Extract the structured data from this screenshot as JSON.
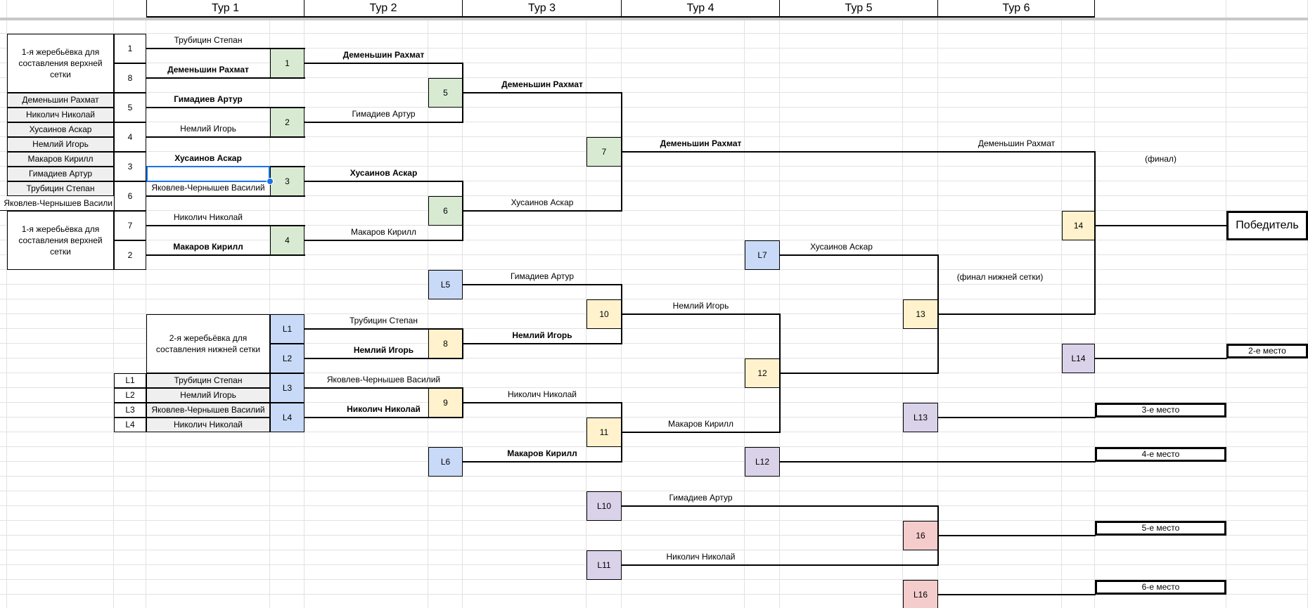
{
  "header": {
    "tours": [
      "Тур 1",
      "Тур 2",
      "Тур 3",
      "Тур 4",
      "Тур 5",
      "Тур 6"
    ]
  },
  "draw_upper": {
    "title": "1-я жеребьёвка для составления верхней сетки",
    "title_bottom": "1-я жеребьёвка для составления верхней сетки",
    "seeds": [
      "1",
      "8",
      "5",
      "4",
      "3",
      "6",
      "7",
      "2"
    ],
    "players": [
      "Деменьшин Рахмат",
      "Николич Николай",
      "Хусаинов Аскар",
      "Немлий Игорь",
      "Макаров Кирилл",
      "Гимадиев Артур",
      "Трубицин Степан",
      "Яковлев-Чернышев Васили"
    ]
  },
  "draw_lower": {
    "title": "2-я жеребьёвка для составления нижней сетки",
    "rows": [
      {
        "code": "L1",
        "player": "Трубицин Степан"
      },
      {
        "code": "L2",
        "player": "Немлий Игорь"
      },
      {
        "code": "L3",
        "player": "Яковлев-Чернышев Василий"
      },
      {
        "code": "L4",
        "player": "Николич Николай"
      }
    ]
  },
  "upper_round1": [
    "Трубицин Степан",
    "Деменьшин Рахмат",
    "Гимадиев Артур",
    "Немлий Игорь",
    "Хусаинов Аскар",
    "Яковлев-Чернышев Василий",
    "Николич Николай",
    "Макаров Кирилл"
  ],
  "upper_round2": [
    "Деменьшин Рахмат",
    "Гимадиев Артур",
    "Хусаинов Аскар",
    "Макаров Кирилл"
  ],
  "upper_round3": [
    "Деменьшин Рахмат",
    "Хусаинов Аскар"
  ],
  "upper_final_entry": "Деменьшин Рахмат",
  "final_entry": "Деменьшин Рахмат",
  "lower": {
    "l7_entry": "Хусаинов Аскар",
    "l5_entry": "Гимадиев Артур",
    "m8_entries": [
      "Трубицин Степан",
      "Немлий Игорь"
    ],
    "m8_winner": "Немлий Игорь",
    "m9_entries": [
      "Яковлев-Чернышев Василий",
      "Николич Николай"
    ],
    "m9_winner": "Николич Николай",
    "l6_entry": "Макаров Кирилл",
    "m10_winner": "Немлий Игорь",
    "m11_winner": "Макаров Кирилл",
    "l10_entry": "Гимадиев Артур",
    "l11_entry": "Николич Николай"
  },
  "labels": {
    "final": "(финал)",
    "lower_final": "(финал нижней сетки)"
  },
  "matches": {
    "m1": "1",
    "m2": "2",
    "m3": "3",
    "m4": "4",
    "m5": "5",
    "m6": "6",
    "m7": "7",
    "m8": "8",
    "m9": "9",
    "m10": "10",
    "m11": "11",
    "m12": "12",
    "m13": "13",
    "m14": "14",
    "m16": "16",
    "L1": "L1",
    "L2": "L2",
    "L3": "L3",
    "L4": "L4",
    "L5": "L5",
    "L6": "L6",
    "L7": "L7",
    "L10": "L10",
    "L11": "L11",
    "L12": "L12",
    "L13": "L13",
    "L14": "L14",
    "L16": "L16"
  },
  "places": {
    "winner": "Победитель",
    "second": "2-е место",
    "third": "3-е место",
    "fourth": "4-е место",
    "fifth": "5-е место",
    "sixth": "6-е место"
  },
  "colors": {
    "upper": "#d9ead3",
    "lower": "#c9daf8",
    "playoff": "#fff2cc",
    "loser": "#d9d2e9",
    "classification": "#f4cccc",
    "draw_gray": "#efefef",
    "selection": "#1a73e8"
  }
}
